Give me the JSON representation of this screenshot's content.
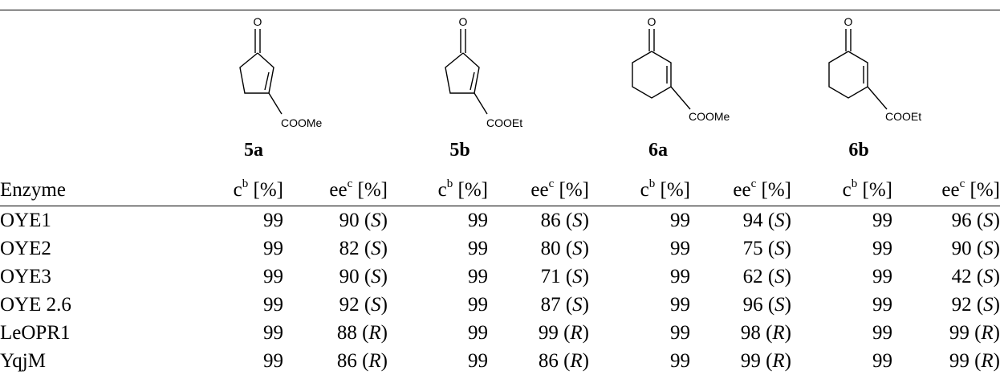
{
  "compounds": [
    {
      "id": "5a",
      "substituent": "COOMe"
    },
    {
      "id": "5b",
      "substituent": "COOEt"
    },
    {
      "id": "6a",
      "substituent": "COOMe"
    },
    {
      "id": "6b",
      "substituent": "COOEt"
    }
  ],
  "atom_label": "O",
  "header": {
    "enzyme": "Enzyme",
    "conv_main": "c",
    "conv_sup": "b",
    "ee_main": "ee",
    "ee_sup": "c",
    "unit": " [%]"
  },
  "rows": [
    {
      "enzyme": "OYE1",
      "values": [
        [
          "99",
          "90",
          "S"
        ],
        [
          "99",
          "86",
          "S"
        ],
        [
          "99",
          "94",
          "S"
        ],
        [
          "99",
          "96",
          "S"
        ]
      ]
    },
    {
      "enzyme": "OYE2",
      "values": [
        [
          "99",
          "82",
          "S"
        ],
        [
          "99",
          "80",
          "S"
        ],
        [
          "99",
          "75",
          "S"
        ],
        [
          "99",
          "90",
          "S"
        ]
      ]
    },
    {
      "enzyme": "OYE3",
      "values": [
        [
          "99",
          "90",
          "S"
        ],
        [
          "99",
          "71",
          "S"
        ],
        [
          "99",
          "62",
          "S"
        ],
        [
          "99",
          "42",
          "S"
        ]
      ]
    },
    {
      "enzyme": "OYE 2.6",
      "values": [
        [
          "99",
          "92",
          "S"
        ],
        [
          "99",
          "87",
          "S"
        ],
        [
          "99",
          "96",
          "S"
        ],
        [
          "99",
          "92",
          "S"
        ]
      ]
    },
    {
      "enzyme": "LeOPR1",
      "values": [
        [
          "99",
          "88",
          "R"
        ],
        [
          "99",
          "99",
          "R"
        ],
        [
          "99",
          "98",
          "R"
        ],
        [
          "99",
          "99",
          "R"
        ]
      ]
    },
    {
      "enzyme": "YqjM",
      "values": [
        [
          "99",
          "86",
          "R"
        ],
        [
          "99",
          "86",
          "R"
        ],
        [
          "99",
          "99",
          "R"
        ],
        [
          "99",
          "99",
          "R"
        ]
      ]
    }
  ]
}
